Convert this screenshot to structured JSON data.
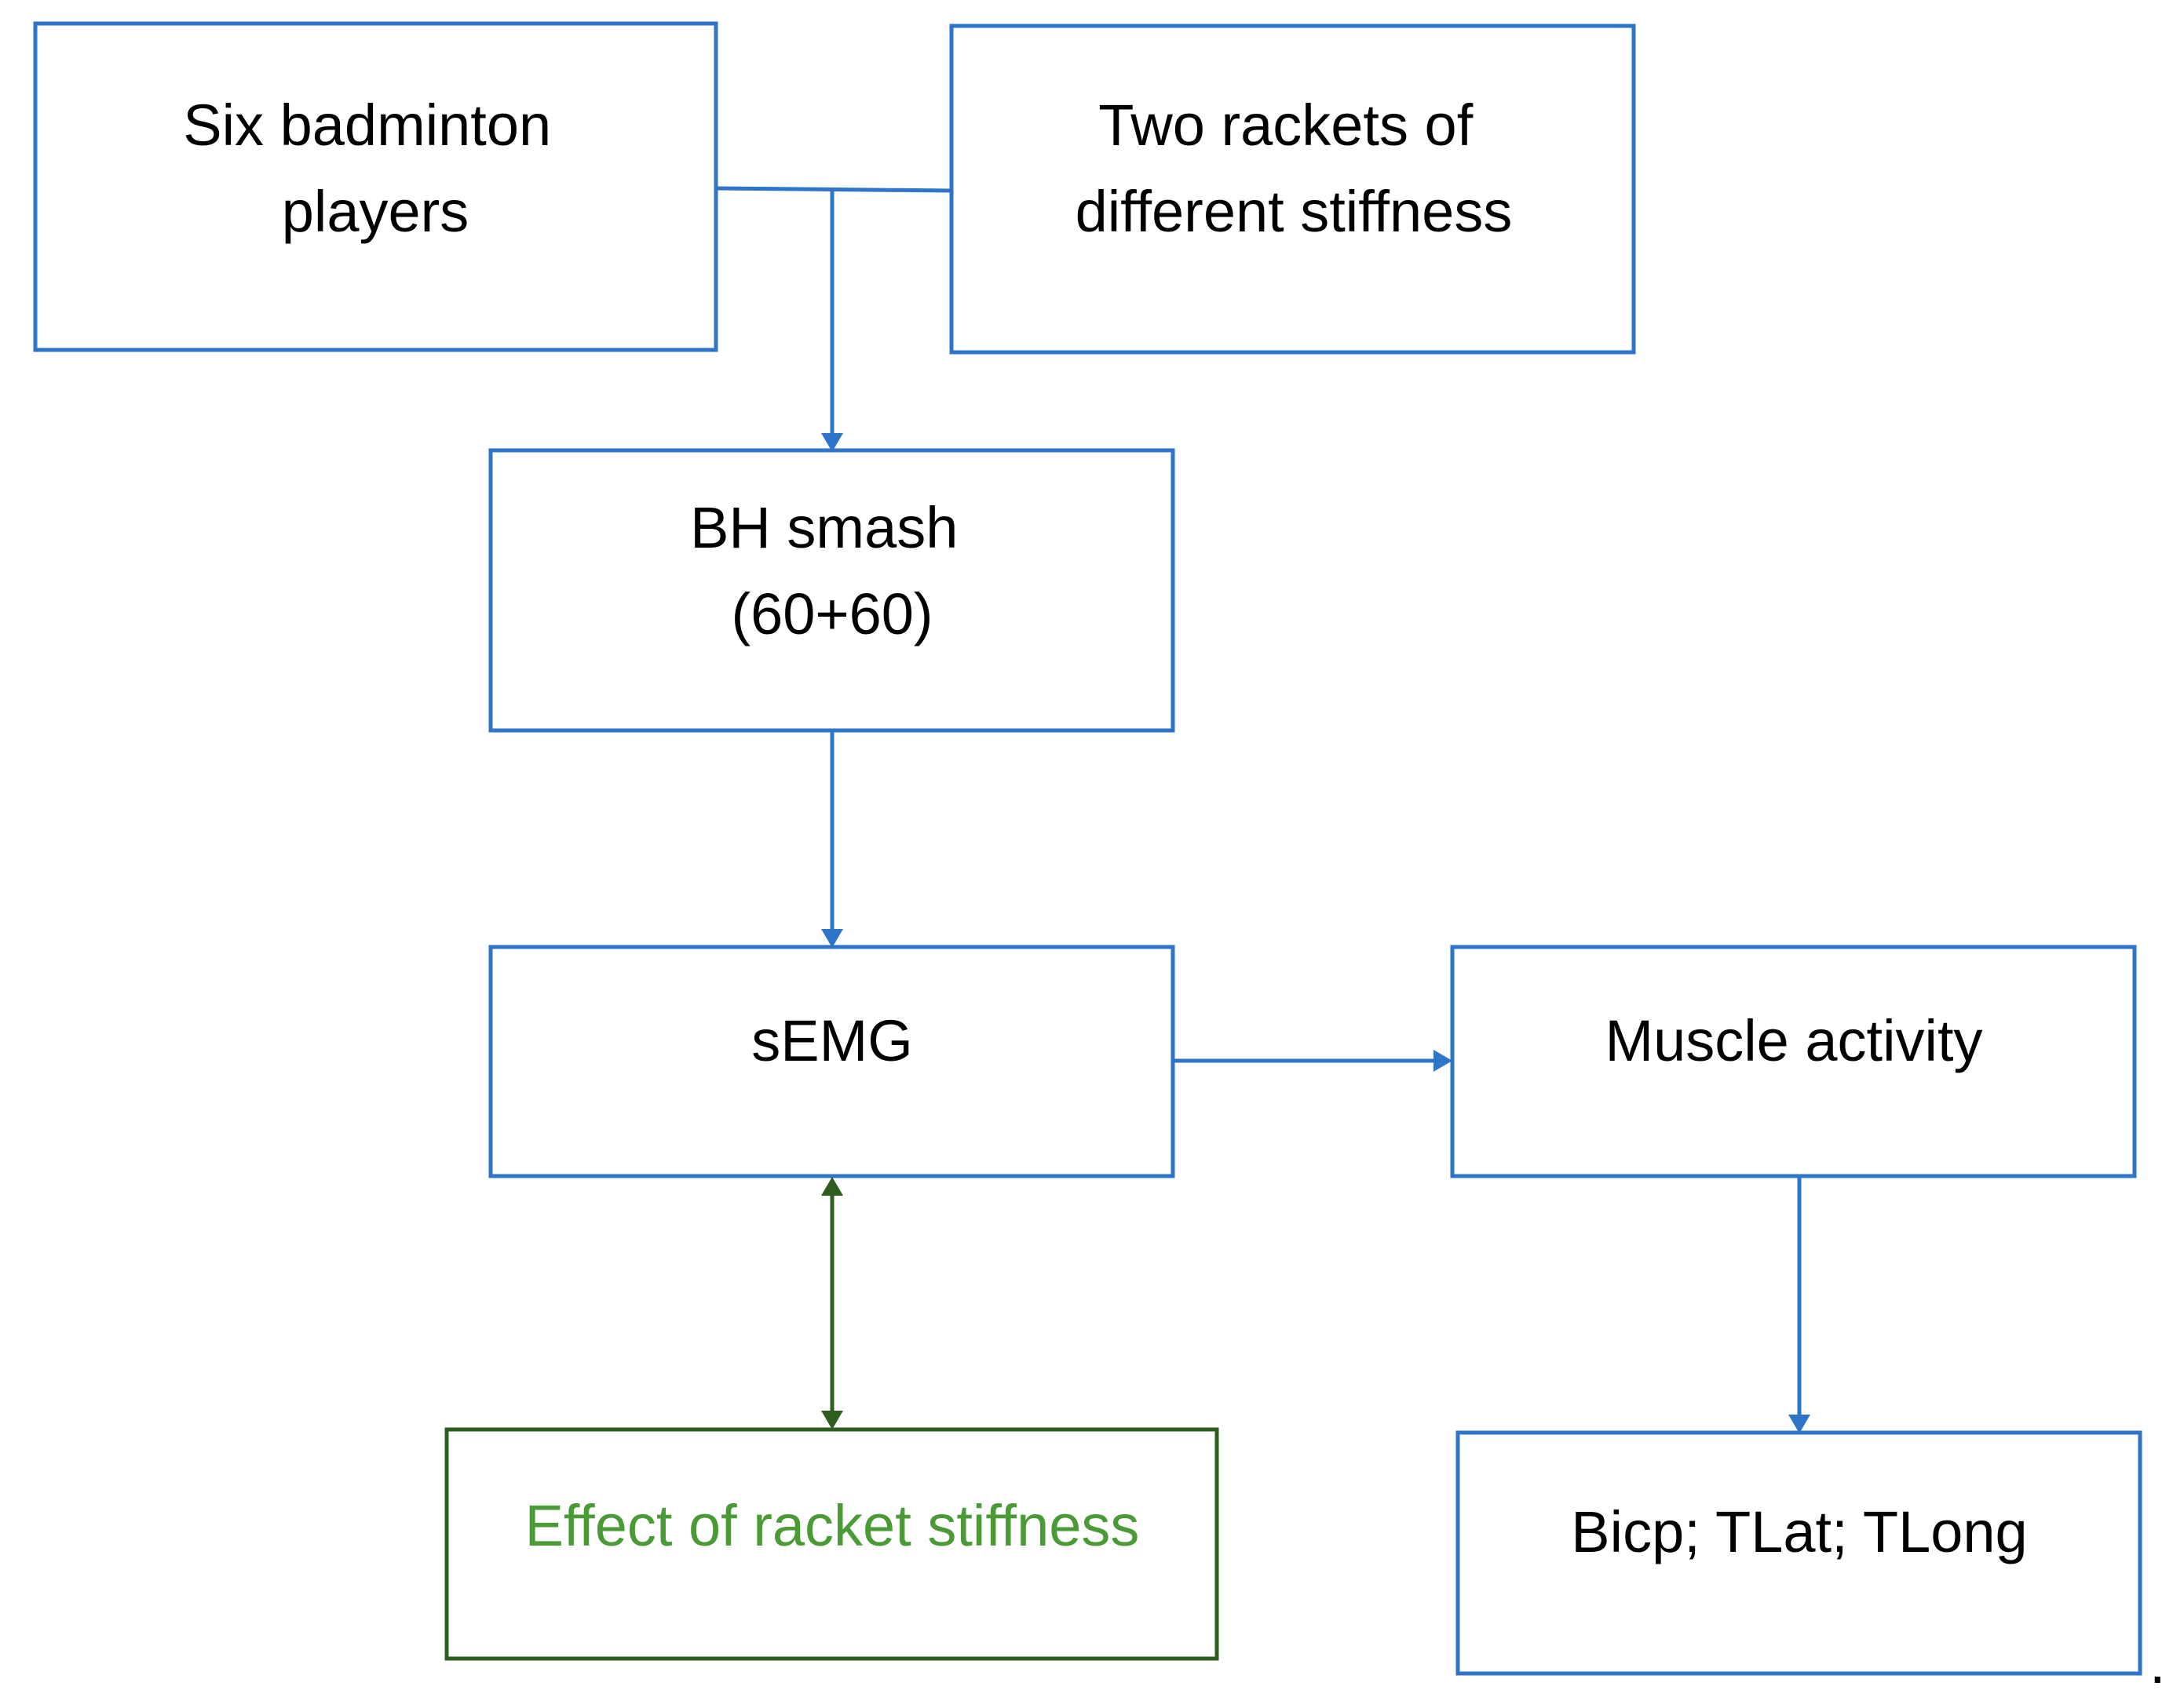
{
  "colors": {
    "blue": "#2e75c9",
    "green": "#2e5e1f",
    "green_text": "#4a9a35",
    "text": "#000000"
  },
  "nodes": {
    "players": {
      "lines": [
        "Six badminton",
        "players"
      ]
    },
    "rackets": {
      "lines": [
        "Two rackets of",
        "different stiffness"
      ]
    },
    "smash": {
      "lines": [
        "BH smash",
        "(60+60)"
      ]
    },
    "semg": {
      "lines": [
        "sEMG"
      ]
    },
    "muscle": {
      "lines": [
        "Muscle activity"
      ]
    },
    "effect": {
      "lines": [
        "Effect of racket stiffness"
      ]
    },
    "muscles_list": {
      "lines": [
        "Bicp; TLat; TLong"
      ]
    }
  },
  "trailing_mark": "."
}
